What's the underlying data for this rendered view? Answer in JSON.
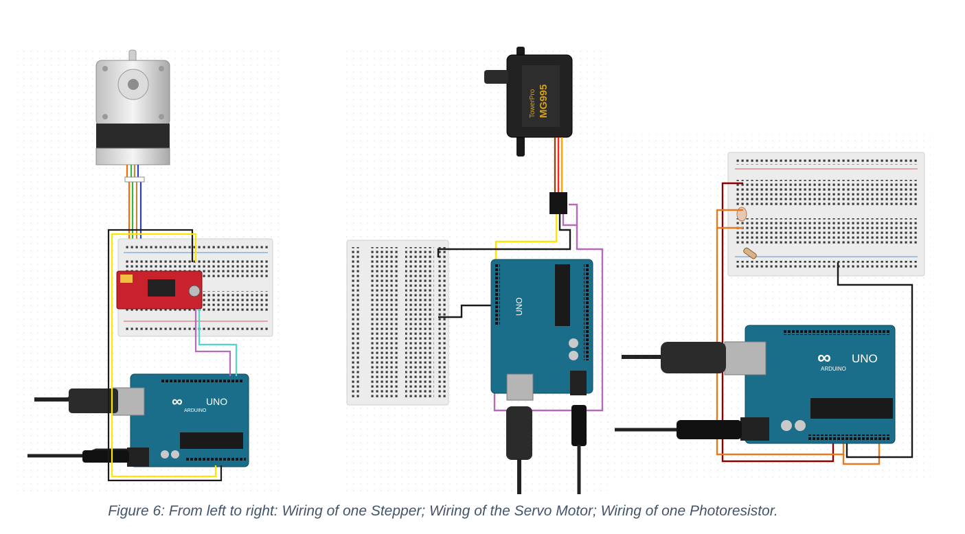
{
  "caption": "Figure 6: From left to right: Wiring of one Stepper; Wiring of the Servo Motor; Wiring of one Photoresistor.",
  "board_labels": {
    "uno": "UNO",
    "arduino": "ARDUINO",
    "servo_brand": "TowerPro",
    "servo_model": "MG995"
  },
  "colors": {
    "board": "#1b6e8a",
    "breadboard": "#eeeeee",
    "driver": "#c8232c",
    "wire_yellow": "#ffe600",
    "wire_black": "#1a1a1a",
    "wire_purple": "#b36ab8",
    "wire_cyan": "#4dd9c8",
    "wire_red": "#8b0000",
    "wire_orange": "#e87a1e",
    "caption": "#44546a"
  }
}
